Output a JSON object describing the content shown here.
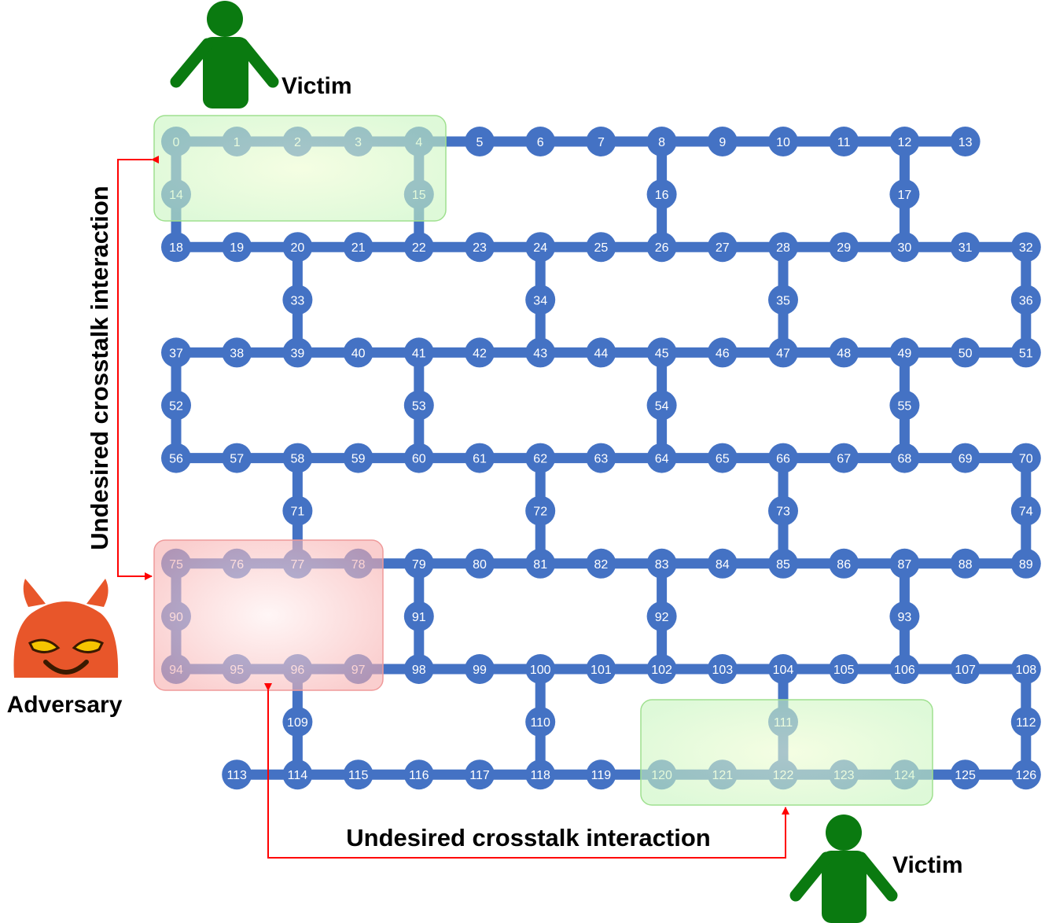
{
  "diagram": {
    "labels": {
      "victim_top": "Victim",
      "victim_bottom": "Victim",
      "adversary": "Adversary",
      "crosstalk_vertical": "Undesired crosstalk interaction",
      "crosstalk_horizontal": "Undesired crosstalk interaction"
    },
    "colors": {
      "qubit": "#4472c4",
      "coupler": "#4472c4",
      "victim_region": "#c6f5b8",
      "adversary_region": "#f8b4b4",
      "victim_figure": "#0a7a10",
      "adversary_face": "#e8562a",
      "arrow": "#ff0000"
    },
    "icons": {
      "victim_top": "person-icon",
      "victim_bottom": "person-icon",
      "adversary": "devil-face-icon"
    },
    "qubits": [
      {
        "id": "0",
        "row": 0,
        "col": 0
      },
      {
        "id": "1",
        "row": 0,
        "col": 1
      },
      {
        "id": "2",
        "row": 0,
        "col": 2
      },
      {
        "id": "3",
        "row": 0,
        "col": 3
      },
      {
        "id": "4",
        "row": 0,
        "col": 4
      },
      {
        "id": "5",
        "row": 0,
        "col": 5
      },
      {
        "id": "6",
        "row": 0,
        "col": 6
      },
      {
        "id": "7",
        "row": 0,
        "col": 7
      },
      {
        "id": "8",
        "row": 0,
        "col": 8
      },
      {
        "id": "9",
        "row": 0,
        "col": 9
      },
      {
        "id": "10",
        "row": 0,
        "col": 10
      },
      {
        "id": "11",
        "row": 0,
        "col": 11
      },
      {
        "id": "12",
        "row": 0,
        "col": 12
      },
      {
        "id": "13",
        "row": 0,
        "col": 13
      },
      {
        "id": "14",
        "row": 0.5,
        "col": 0
      },
      {
        "id": "15",
        "row": 0.5,
        "col": 4
      },
      {
        "id": "16",
        "row": 0.5,
        "col": 8
      },
      {
        "id": "17",
        "row": 0.5,
        "col": 12
      },
      {
        "id": "18",
        "row": 1,
        "col": 0
      },
      {
        "id": "19",
        "row": 1,
        "col": 1
      },
      {
        "id": "20",
        "row": 1,
        "col": 2
      },
      {
        "id": "21",
        "row": 1,
        "col": 3
      },
      {
        "id": "22",
        "row": 1,
        "col": 4
      },
      {
        "id": "23",
        "row": 1,
        "col": 5
      },
      {
        "id": "24",
        "row": 1,
        "col": 6
      },
      {
        "id": "25",
        "row": 1,
        "col": 7
      },
      {
        "id": "26",
        "row": 1,
        "col": 8
      },
      {
        "id": "27",
        "row": 1,
        "col": 9
      },
      {
        "id": "28",
        "row": 1,
        "col": 10
      },
      {
        "id": "29",
        "row": 1,
        "col": 11
      },
      {
        "id": "30",
        "row": 1,
        "col": 12
      },
      {
        "id": "31",
        "row": 1,
        "col": 13
      },
      {
        "id": "32",
        "row": 1,
        "col": 14
      },
      {
        "id": "33",
        "row": 1.5,
        "col": 2
      },
      {
        "id": "34",
        "row": 1.5,
        "col": 6
      },
      {
        "id": "35",
        "row": 1.5,
        "col": 10
      },
      {
        "id": "36",
        "row": 1.5,
        "col": 14
      },
      {
        "id": "37",
        "row": 2,
        "col": 0
      },
      {
        "id": "38",
        "row": 2,
        "col": 1
      },
      {
        "id": "39",
        "row": 2,
        "col": 2
      },
      {
        "id": "40",
        "row": 2,
        "col": 3
      },
      {
        "id": "41",
        "row": 2,
        "col": 4
      },
      {
        "id": "42",
        "row": 2,
        "col": 5
      },
      {
        "id": "43",
        "row": 2,
        "col": 6
      },
      {
        "id": "44",
        "row": 2,
        "col": 7
      },
      {
        "id": "45",
        "row": 2,
        "col": 8
      },
      {
        "id": "46",
        "row": 2,
        "col": 9
      },
      {
        "id": "47",
        "row": 2,
        "col": 10
      },
      {
        "id": "48",
        "row": 2,
        "col": 11
      },
      {
        "id": "49",
        "row": 2,
        "col": 12
      },
      {
        "id": "50",
        "row": 2,
        "col": 13
      },
      {
        "id": "51",
        "row": 2,
        "col": 14
      },
      {
        "id": "52",
        "row": 2.5,
        "col": 0
      },
      {
        "id": "53",
        "row": 2.5,
        "col": 4
      },
      {
        "id": "54",
        "row": 2.5,
        "col": 8
      },
      {
        "id": "55",
        "row": 2.5,
        "col": 12
      },
      {
        "id": "56",
        "row": 3,
        "col": 0
      },
      {
        "id": "57",
        "row": 3,
        "col": 1
      },
      {
        "id": "58",
        "row": 3,
        "col": 2
      },
      {
        "id": "59",
        "row": 3,
        "col": 3
      },
      {
        "id": "60",
        "row": 3,
        "col": 4
      },
      {
        "id": "61",
        "row": 3,
        "col": 5
      },
      {
        "id": "62",
        "row": 3,
        "col": 6
      },
      {
        "id": "63",
        "row": 3,
        "col": 7
      },
      {
        "id": "64",
        "row": 3,
        "col": 8
      },
      {
        "id": "65",
        "row": 3,
        "col": 9
      },
      {
        "id": "66",
        "row": 3,
        "col": 10
      },
      {
        "id": "67",
        "row": 3,
        "col": 11
      },
      {
        "id": "68",
        "row": 3,
        "col": 12
      },
      {
        "id": "69",
        "row": 3,
        "col": 13
      },
      {
        "id": "70",
        "row": 3,
        "col": 14
      },
      {
        "id": "71",
        "row": 3.5,
        "col": 2
      },
      {
        "id": "72",
        "row": 3.5,
        "col": 6
      },
      {
        "id": "73",
        "row": 3.5,
        "col": 10
      },
      {
        "id": "74",
        "row": 3.5,
        "col": 14
      },
      {
        "id": "75",
        "row": 4,
        "col": 0
      },
      {
        "id": "76",
        "row": 4,
        "col": 1
      },
      {
        "id": "77",
        "row": 4,
        "col": 2
      },
      {
        "id": "78",
        "row": 4,
        "col": 3
      },
      {
        "id": "79",
        "row": 4,
        "col": 4
      },
      {
        "id": "80",
        "row": 4,
        "col": 5
      },
      {
        "id": "81",
        "row": 4,
        "col": 6
      },
      {
        "id": "82",
        "row": 4,
        "col": 7
      },
      {
        "id": "83",
        "row": 4,
        "col": 8
      },
      {
        "id": "84",
        "row": 4,
        "col": 9
      },
      {
        "id": "85",
        "row": 4,
        "col": 10
      },
      {
        "id": "86",
        "row": 4,
        "col": 11
      },
      {
        "id": "87",
        "row": 4,
        "col": 12
      },
      {
        "id": "88",
        "row": 4,
        "col": 13
      },
      {
        "id": "89",
        "row": 4,
        "col": 14
      },
      {
        "id": "90",
        "row": 4.5,
        "col": 0
      },
      {
        "id": "91",
        "row": 4.5,
        "col": 4
      },
      {
        "id": "92",
        "row": 4.5,
        "col": 8
      },
      {
        "id": "93",
        "row": 4.5,
        "col": 12
      },
      {
        "id": "94",
        "row": 5,
        "col": 0
      },
      {
        "id": "95",
        "row": 5,
        "col": 1
      },
      {
        "id": "96",
        "row": 5,
        "col": 2
      },
      {
        "id": "97",
        "row": 5,
        "col": 3
      },
      {
        "id": "98",
        "row": 5,
        "col": 4
      },
      {
        "id": "99",
        "row": 5,
        "col": 5
      },
      {
        "id": "100",
        "row": 5,
        "col": 6
      },
      {
        "id": "101",
        "row": 5,
        "col": 7
      },
      {
        "id": "102",
        "row": 5,
        "col": 8
      },
      {
        "id": "103",
        "row": 5,
        "col": 9
      },
      {
        "id": "104",
        "row": 5,
        "col": 10
      },
      {
        "id": "105",
        "row": 5,
        "col": 11
      },
      {
        "id": "106",
        "row": 5,
        "col": 12
      },
      {
        "id": "107",
        "row": 5,
        "col": 13
      },
      {
        "id": "108",
        "row": 5,
        "col": 14
      },
      {
        "id": "109",
        "row": 5.5,
        "col": 2
      },
      {
        "id": "110",
        "row": 5.5,
        "col": 6
      },
      {
        "id": "111",
        "row": 5.5,
        "col": 10
      },
      {
        "id": "112",
        "row": 5.5,
        "col": 14
      },
      {
        "id": "113",
        "row": 6,
        "col": 1
      },
      {
        "id": "114",
        "row": 6,
        "col": 2
      },
      {
        "id": "115",
        "row": 6,
        "col": 3
      },
      {
        "id": "116",
        "row": 6,
        "col": 4
      },
      {
        "id": "117",
        "row": 6,
        "col": 5
      },
      {
        "id": "118",
        "row": 6,
        "col": 6
      },
      {
        "id": "119",
        "row": 6,
        "col": 7
      },
      {
        "id": "120",
        "row": 6,
        "col": 8
      },
      {
        "id": "121",
        "row": 6,
        "col": 9
      },
      {
        "id": "122",
        "row": 6,
        "col": 10
      },
      {
        "id": "123",
        "row": 6,
        "col": 11
      },
      {
        "id": "124",
        "row": 6,
        "col": 12
      },
      {
        "id": "125",
        "row": 6,
        "col": 13
      },
      {
        "id": "126",
        "row": 6,
        "col": 14
      }
    ],
    "couplers": [
      [
        "0",
        "1"
      ],
      [
        "1",
        "2"
      ],
      [
        "2",
        "3"
      ],
      [
        "3",
        "4"
      ],
      [
        "4",
        "5"
      ],
      [
        "5",
        "6"
      ],
      [
        "6",
        "7"
      ],
      [
        "7",
        "8"
      ],
      [
        "8",
        "9"
      ],
      [
        "9",
        "10"
      ],
      [
        "10",
        "11"
      ],
      [
        "11",
        "12"
      ],
      [
        "12",
        "13"
      ],
      [
        "0",
        "14"
      ],
      [
        "14",
        "18"
      ],
      [
        "4",
        "15"
      ],
      [
        "15",
        "22"
      ],
      [
        "8",
        "16"
      ],
      [
        "16",
        "26"
      ],
      [
        "12",
        "17"
      ],
      [
        "17",
        "30"
      ],
      [
        "18",
        "19"
      ],
      [
        "19",
        "20"
      ],
      [
        "20",
        "21"
      ],
      [
        "21",
        "22"
      ],
      [
        "22",
        "23"
      ],
      [
        "23",
        "24"
      ],
      [
        "24",
        "25"
      ],
      [
        "25",
        "26"
      ],
      [
        "26",
        "27"
      ],
      [
        "27",
        "28"
      ],
      [
        "28",
        "29"
      ],
      [
        "29",
        "30"
      ],
      [
        "30",
        "31"
      ],
      [
        "31",
        "32"
      ],
      [
        "20",
        "33"
      ],
      [
        "33",
        "39"
      ],
      [
        "24",
        "34"
      ],
      [
        "34",
        "43"
      ],
      [
        "28",
        "35"
      ],
      [
        "35",
        "47"
      ],
      [
        "32",
        "36"
      ],
      [
        "36",
        "51"
      ],
      [
        "37",
        "38"
      ],
      [
        "38",
        "39"
      ],
      [
        "39",
        "40"
      ],
      [
        "40",
        "41"
      ],
      [
        "41",
        "42"
      ],
      [
        "42",
        "43"
      ],
      [
        "43",
        "44"
      ],
      [
        "44",
        "45"
      ],
      [
        "45",
        "46"
      ],
      [
        "46",
        "47"
      ],
      [
        "47",
        "48"
      ],
      [
        "48",
        "49"
      ],
      [
        "49",
        "50"
      ],
      [
        "50",
        "51"
      ],
      [
        "37",
        "52"
      ],
      [
        "52",
        "56"
      ],
      [
        "41",
        "53"
      ],
      [
        "53",
        "60"
      ],
      [
        "45",
        "54"
      ],
      [
        "54",
        "64"
      ],
      [
        "49",
        "55"
      ],
      [
        "55",
        "68"
      ],
      [
        "56",
        "57"
      ],
      [
        "57",
        "58"
      ],
      [
        "58",
        "59"
      ],
      [
        "59",
        "60"
      ],
      [
        "60",
        "61"
      ],
      [
        "61",
        "62"
      ],
      [
        "62",
        "63"
      ],
      [
        "63",
        "64"
      ],
      [
        "64",
        "65"
      ],
      [
        "65",
        "66"
      ],
      [
        "66",
        "67"
      ],
      [
        "67",
        "68"
      ],
      [
        "68",
        "69"
      ],
      [
        "69",
        "70"
      ],
      [
        "58",
        "71"
      ],
      [
        "71",
        "77"
      ],
      [
        "62",
        "72"
      ],
      [
        "72",
        "81"
      ],
      [
        "66",
        "73"
      ],
      [
        "73",
        "85"
      ],
      [
        "70",
        "74"
      ],
      [
        "74",
        "89"
      ],
      [
        "75",
        "76"
      ],
      [
        "76",
        "77"
      ],
      [
        "77",
        "78"
      ],
      [
        "78",
        "79"
      ],
      [
        "79",
        "80"
      ],
      [
        "80",
        "81"
      ],
      [
        "81",
        "82"
      ],
      [
        "82",
        "83"
      ],
      [
        "83",
        "84"
      ],
      [
        "84",
        "85"
      ],
      [
        "85",
        "86"
      ],
      [
        "86",
        "87"
      ],
      [
        "87",
        "88"
      ],
      [
        "88",
        "89"
      ],
      [
        "75",
        "90"
      ],
      [
        "90",
        "94"
      ],
      [
        "79",
        "91"
      ],
      [
        "91",
        "98"
      ],
      [
        "83",
        "92"
      ],
      [
        "92",
        "102"
      ],
      [
        "87",
        "93"
      ],
      [
        "93",
        "106"
      ],
      [
        "94",
        "95"
      ],
      [
        "95",
        "96"
      ],
      [
        "96",
        "97"
      ],
      [
        "97",
        "98"
      ],
      [
        "98",
        "99"
      ],
      [
        "99",
        "100"
      ],
      [
        "100",
        "101"
      ],
      [
        "101",
        "102"
      ],
      [
        "102",
        "103"
      ],
      [
        "103",
        "104"
      ],
      [
        "104",
        "105"
      ],
      [
        "105",
        "106"
      ],
      [
        "106",
        "107"
      ],
      [
        "107",
        "108"
      ],
      [
        "96",
        "109"
      ],
      [
        "109",
        "114"
      ],
      [
        "100",
        "110"
      ],
      [
        "110",
        "118"
      ],
      [
        "104",
        "111"
      ],
      [
        "111",
        "122"
      ],
      [
        "108",
        "112"
      ],
      [
        "112",
        "126"
      ],
      [
        "113",
        "114"
      ],
      [
        "114",
        "115"
      ],
      [
        "115",
        "116"
      ],
      [
        "116",
        "117"
      ],
      [
        "117",
        "118"
      ],
      [
        "118",
        "119"
      ],
      [
        "119",
        "120"
      ],
      [
        "120",
        "121"
      ],
      [
        "121",
        "122"
      ],
      [
        "122",
        "123"
      ],
      [
        "123",
        "124"
      ],
      [
        "124",
        "125"
      ],
      [
        "125",
        "126"
      ]
    ]
  }
}
